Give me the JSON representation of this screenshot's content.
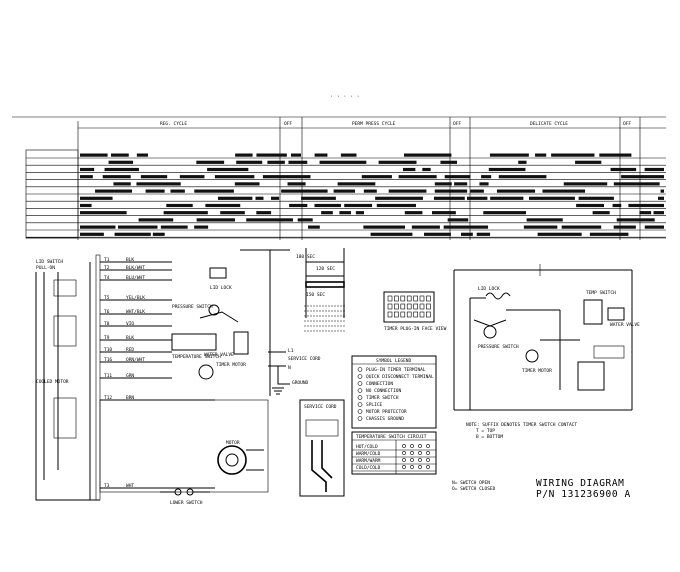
{
  "sheet": {
    "header_mark": "· · · · ·",
    "title_line1": "WIRING DIAGRAM",
    "title_line2": "P/N 131236900 A"
  },
  "timer_chart": {
    "phase_labels": [
      "REG. CYCLE",
      "OFF",
      "PERM PRESS CYCLE",
      "OFF",
      "DELICATE CYCLE",
      "OFF"
    ],
    "row_count": 12
  },
  "motor_circuit": {
    "labels": {
      "lid_switch": "LID SWITCH",
      "pull_on": "PULL-ON",
      "lid_lock": "LID LOCK",
      "pressure_switch": "PRESSURE SWITCH",
      "temperature_switch": "TEMPERATURE SWITCH",
      "water_valve": "WATER VALVE",
      "timer_motor": "TIMER MOTOR",
      "motor": "MOTOR",
      "service_cord": "SERVICE CORD",
      "ground": "GROUND",
      "l1": "L1",
      "n": "N",
      "cooled_motor": "COOLED MOTOR"
    },
    "terminals": [
      "T1",
      "T2",
      "T4",
      "T5",
      "T6",
      "T8",
      "T9",
      "T10",
      "T16",
      "T11",
      "T12",
      "T3"
    ],
    "wire_colors": [
      "BLK",
      "BLK/WHT",
      "BLU/WHT",
      "YEL/BLK",
      "WHT/BLK",
      "VIO",
      "BLK",
      "RED",
      "ORN/WHT",
      "GRN",
      "BRN",
      "WHT"
    ]
  },
  "timer_detail": {
    "labels": {
      "dim1": "120 SEC",
      "dim2": "180 SEC",
      "dim3": "150 SEC",
      "note": "TIMER PLUG-IN FACE VIEW"
    }
  },
  "legend": {
    "title": "SYMBOL LEGEND",
    "items": [
      "PLUG-IN TIMER TERMINAL",
      "QUICK DISCONNECT TERMINAL",
      "CONNECTION",
      "NO CONNECTION",
      "TIMER SWITCH",
      "SPLICE",
      "MOTOR PROTECTOR",
      "CHASSIS GROUND"
    ]
  },
  "service_cord_box": {
    "title": "SERVICE CORD"
  },
  "temp_table": {
    "title": "TEMPERATURE SWITCH CIRCUIT",
    "rows": [
      "HOT/COLD",
      "WARM/COLD",
      "WARM/WARM",
      "COLD/COLD"
    ]
  },
  "right_circuit": {
    "labels": {
      "lid_lock": "LID LOCK",
      "pressure_switch": "PRESSURE SWITCH",
      "timer_motor": "TIMER MOTOR",
      "temp_switch": "TEMP SWITCH",
      "water_valve": "WATER VALVE",
      "note": "NOTE: SUFFIX DENOTES TIMER SWITCH CONTACT",
      "key1": "T = TOP",
      "key2": "B = BOTTOM",
      "key3": "N= SWITCH OPEN",
      "key4": "O= SWITCH CLOSED",
      "key5": "LOWER SWITCH"
    }
  }
}
